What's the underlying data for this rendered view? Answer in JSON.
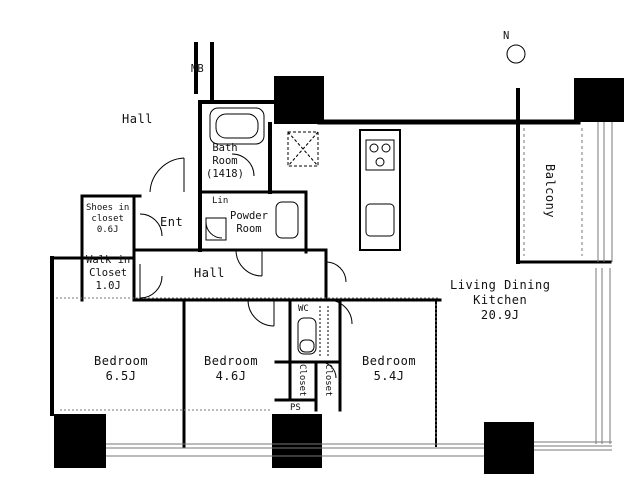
{
  "plan": {
    "compass": "N",
    "rooms": {
      "hall_top": [
        "Hall"
      ],
      "mb": [
        "MB"
      ],
      "bath": [
        "Bath",
        "Room",
        "(1418)"
      ],
      "lin": [
        "Lin"
      ],
      "powder": [
        "Powder",
        "Room"
      ],
      "shoes": [
        "Shoes in",
        "closet",
        "0.6J"
      ],
      "ent": [
        "Ent"
      ],
      "walkin": [
        "Walk in",
        "Closet",
        "1.0J"
      ],
      "hall_mid": [
        "Hall"
      ],
      "wc": [
        "WC"
      ],
      "balcony": [
        "Balcony"
      ],
      "ldk": [
        "Living Dining",
        "Kitchen",
        "20.9J"
      ],
      "bedroom1": [
        "Bedroom",
        "6.5J"
      ],
      "bedroom2": [
        "Bedroom",
        "4.6J"
      ],
      "bedroom3": [
        "Bedroom",
        "5.4J"
      ],
      "closet_a": [
        "Closet"
      ],
      "closet_b": [
        "Closet"
      ],
      "ps": [
        "PS"
      ]
    }
  }
}
